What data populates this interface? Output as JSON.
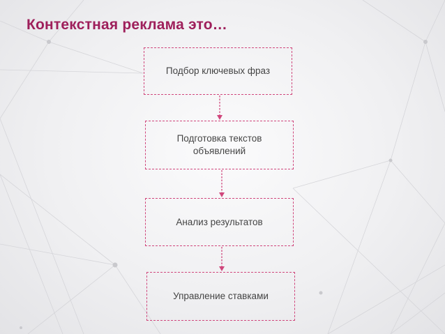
{
  "slide": {
    "title": "Контекстная реклама это…"
  },
  "flow": {
    "steps": [
      {
        "label": "Подбор ключевых фраз"
      },
      {
        "label": "Подготовка текстов объявлений"
      },
      {
        "label": "Анализ результатов"
      },
      {
        "label": "Управление ставками"
      }
    ]
  },
  "colors": {
    "accent": "#9e1f5b",
    "border": "#d0467c",
    "text": "#444444"
  }
}
